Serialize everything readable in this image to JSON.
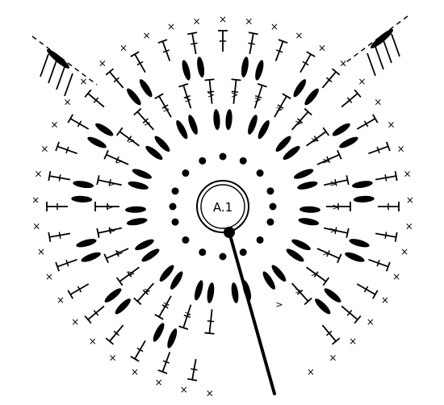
{
  "diagram": {
    "center_label": "A.1",
    "ink_color": "#000000",
    "background_color": "#ffffff",
    "symbols": [
      "chain-stitch",
      "slip-stitch",
      "double-crochet",
      "treble-crochet",
      "cluster-stitch",
      "picot"
    ]
  }
}
